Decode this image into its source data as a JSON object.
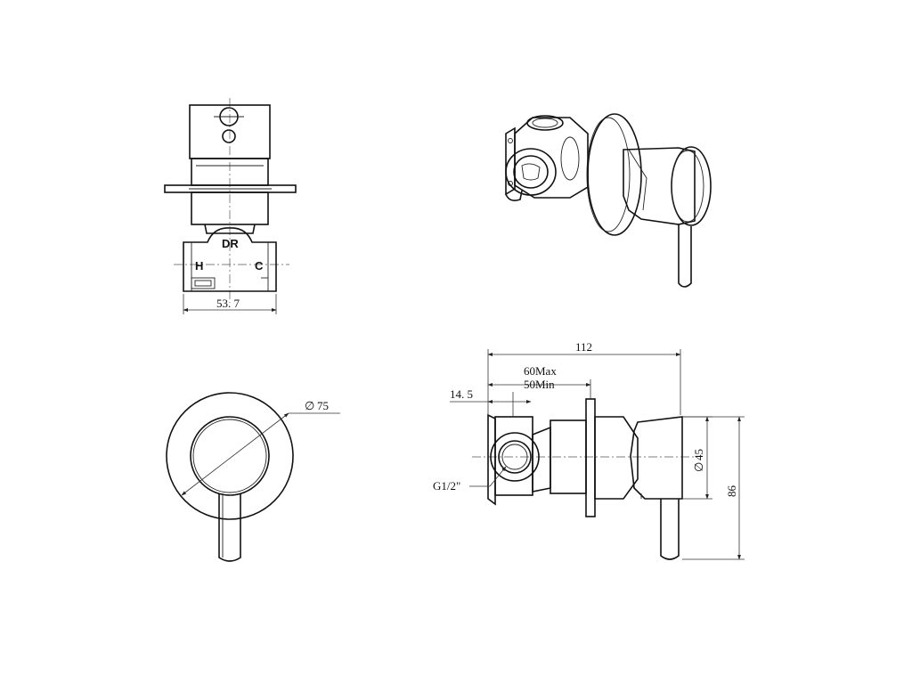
{
  "top_view": {
    "width_label": "53. 7",
    "outlet_label": "DR",
    "hot_label": "H",
    "cold_label": "C"
  },
  "front_view": {
    "diameter_label": "75"
  },
  "side_view": {
    "overall_length_label": "112",
    "max_depth_label": "60Max",
    "min_depth_label": "50Min",
    "offset_label": "14. 5",
    "thread_label": "G1/2\"",
    "body_diameter_label": "45",
    "height_label": "86"
  },
  "symbols": {
    "diameter": "∅"
  }
}
